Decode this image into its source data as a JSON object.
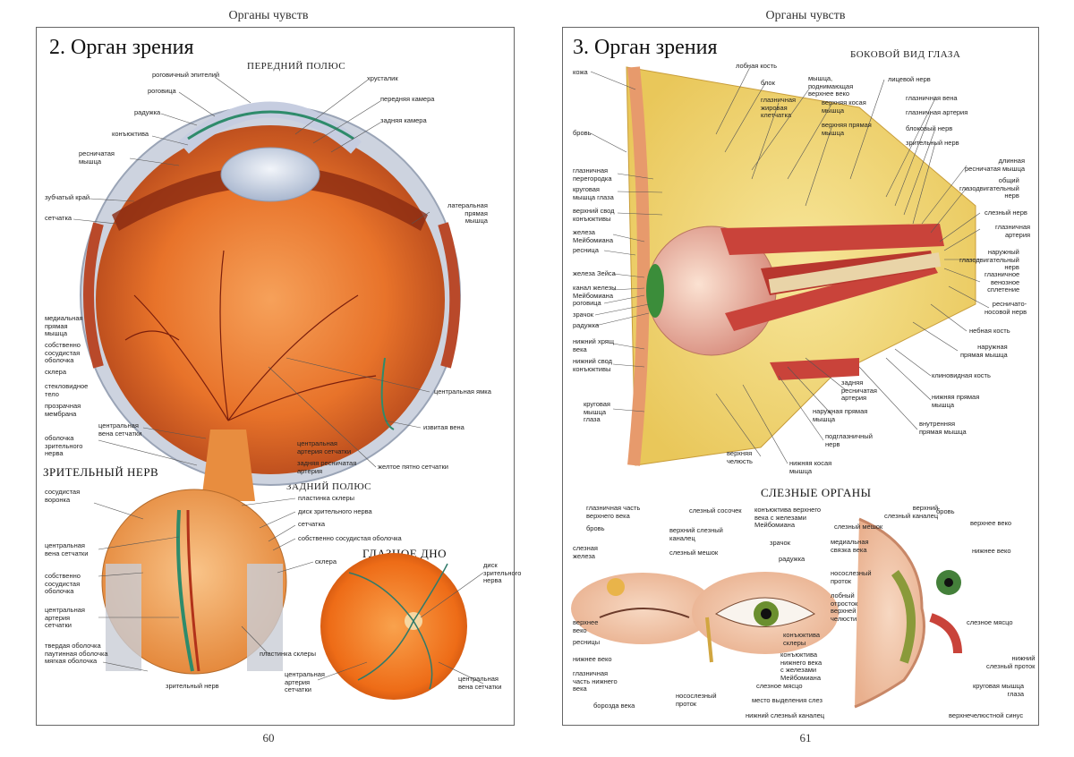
{
  "running_header": "Органы чувств",
  "left_page": {
    "title": "2. Орган зрения",
    "anterior_pole": "ПЕРЕДНИЙ ПОЛЮС",
    "posterior_pole": "ЗАДНИЙ ПОЛЮС",
    "optic_nerve_heading": "ЗРИТЕЛЬНЫЙ НЕРВ",
    "fundus_heading": "ГЛАЗНОЕ ДНО",
    "page_number": "60",
    "labels_left": {
      "corneal_epithelium": "роговичный эпителий",
      "cornea": "роговица",
      "iris": "радужка",
      "conjunctiva": "конъюктива",
      "ciliary_muscle": "ресничатая\nмышца",
      "ora_serrata": "зубчатый край",
      "retina": "сетчатка",
      "medial_rectus": "медиальная\nпрямая\nмышца",
      "choroid": "собственно\nсосудистая\nоболочка",
      "sclera": "склера",
      "vitreous": "стекловидное\nтело",
      "hyaloid_membrane": "прозрачная\nмембрана",
      "central_retinal_vein": "центральная\nвена сетчатки",
      "optic_sheath": "оболочка\nзрительного\nнерва"
    },
    "labels_right": {
      "lens": "хрусталик",
      "anterior_chamber": "передняя камера",
      "posterior_chamber": "задняя камера",
      "lateral_rectus": "латеральная\nпрямая\nмышца",
      "central_fovea": "центральная ямка",
      "vortex_vein": "извитая вена",
      "central_retinal_artery": "центральная\nартерия сетчатки",
      "posterior_ciliary_artery": "задняя ресничатая\nартерия",
      "macula": "желтое пятно сетчатки"
    },
    "nerve_labels_left": {
      "vascular_funnel": "сосудистая\nворонка",
      "central_vein": "центральная\nвена сетчатки",
      "choroid2": "собственно\nсосудистая\nоболочка",
      "central_artery": "центральная\nартерия\nсетчатки",
      "meninges": "твердая оболочка\nпаутинная оболочка\nмягкая оболочка",
      "optic_nerve": "зрительный нерв"
    },
    "nerve_labels_right": {
      "lamina_cribrosa": "пластинка склеры",
      "optic_disc": "диск зрительного нерва",
      "retina2": "сетчатка",
      "choroid3": "собственно сосудистая оболочка",
      "sclera2": "склера",
      "lamina2": "пластинка склеры",
      "fundus_artery": "центральная\nартерия\nсетчатки",
      "fundus_disc": "диск\nзрительного\nнерва",
      "fundus_vein": "центральная\nвена сетчатки"
    }
  },
  "right_page": {
    "title": "3. Орган зрения",
    "lateral_view": "БОКОВОЙ ВИД ГЛАЗА",
    "lacrimal_heading": "СЛЕЗНЫЕ ОРГАНЫ",
    "page_number": "61",
    "labels_left": {
      "skin": "кожа",
      "eyebrow": "бровь",
      "orbital_septum": "глазничная\nперегородка",
      "orbicularis": "круговая\nмышца глаза",
      "superior_fornix": "верхний свод\nконъюктивы",
      "meibomian": "железа\nМейбомиана",
      "eyelash": "ресница",
      "zeis_gland": "железа Зейса",
      "meibomian_duct": "канал железы\nМейбомиана",
      "cornea": "роговица",
      "pupil": "зрачок",
      "iris": "радужка",
      "lower_lid_cartilage": "нижний хрящ\nвека",
      "inferior_fornix": "нижний свод\nконъюктивы",
      "orbicularis_oculi": "круговая\nмышца\nглаза"
    },
    "labels_top": {
      "frontal_bone": "лобная кость",
      "trochlea": "блок",
      "levator": "мышца,\nподнимающая\nверхнее веко",
      "orbital_fat": "глазничная\nжировая\nклетчатка",
      "superior_oblique": "верхняя косая\nмышца",
      "superior_rectus": "верхняя прямая\nмышца"
    },
    "labels_right": {
      "facial_nerve": "лицевой нерв",
      "ophthalmic_vein": "глазничная вена",
      "ophthalmic_artery": "глазничная артерия",
      "trochlear_nerve": "блоковый нерв",
      "optic_nerve": "зрительный нерв",
      "long_ciliary": "длинная\nресничатая мышца",
      "oculomotor": "общий\nглазодвигательный\nнерв",
      "lacrimal_nerve": "слезный нерв",
      "orbital_artery": "глазничная\nартерия",
      "abducens": "наружный\nглазодвигательный\nнерв",
      "venous_plexus": "глазничное\nвенозное\nсплетение",
      "nasociliary": "ресничато-\nносовой нерв",
      "palatine": "небная кость",
      "lateral_rectus": "наружная\nпрямая мышца",
      "sphenoid": "клиновидная кость",
      "inferior_rectus": "нижняя прямая\nмышца",
      "medial_rectus": "внутренняя\nпрямая мышца"
    },
    "labels_bottom": {
      "post_ciliary": "задняя\nресничатая\nартерия",
      "ext_rectus": "наружная прямая\nмышца",
      "infraorbital": "подглазничный\nнерв",
      "maxilla": "верхняя\nчелюсть",
      "inferior_oblique": "нижняя косая\nмышца"
    },
    "lacrimal_labels": {
      "orbital_part": "глазничная часть\nверхнего века",
      "eyebrow2": "бровь",
      "lacrimal_gland": "слезная\nжелеза",
      "upper_lid": "верхнее\nвеко",
      "eyelashes": "ресницы",
      "lower_lid": "нижнее веко",
      "palpebral_part": "глазничная\nчасть нижнего\nвека",
      "lid_furrow": "борозда века",
      "lacrimal_papilla": "слезный сосочек",
      "upper_canaliculus": "верхний слезный\nканалец",
      "lacrimal_sac": "слезный мешок",
      "conj_upper": "конъюктива верхнего\nвека с железами\nМейбомиана",
      "pupil2": "зрачок",
      "iris2": "радужка",
      "conj_sclera": "конъюктива\nсклеры",
      "conj_lower": "конъюктива\nнижнего века\nс железами\nМейбомиана",
      "lacrimal_caruncle": "слезное мясцо",
      "puncta": "место выделения слез",
      "nasolacrimal": "носослезный\nпроток",
      "lower_canaliculus": "нижний слезный каналец",
      "upper_canal2": "верхний\nслезный каналец",
      "eyebrow3": "бровь",
      "upper_lid2": "верхнее веко",
      "lacrimal_sac2": "слезный мешок",
      "lower_lid2": "нижнее веко",
      "medial_ligament": "медиальная\nсвязка века",
      "nasolacrimal2": "носослезный\nпроток",
      "frontal_process": "лобный\nотросток\nверхней\nчелюсти",
      "caruncle2": "слезное мясцо",
      "lower_canal2": "нижний\nслезный проток",
      "orbicularis2": "круговая мышца\nглаза",
      "maxillary_sinus": "верхнечелюстной синус"
    }
  }
}
